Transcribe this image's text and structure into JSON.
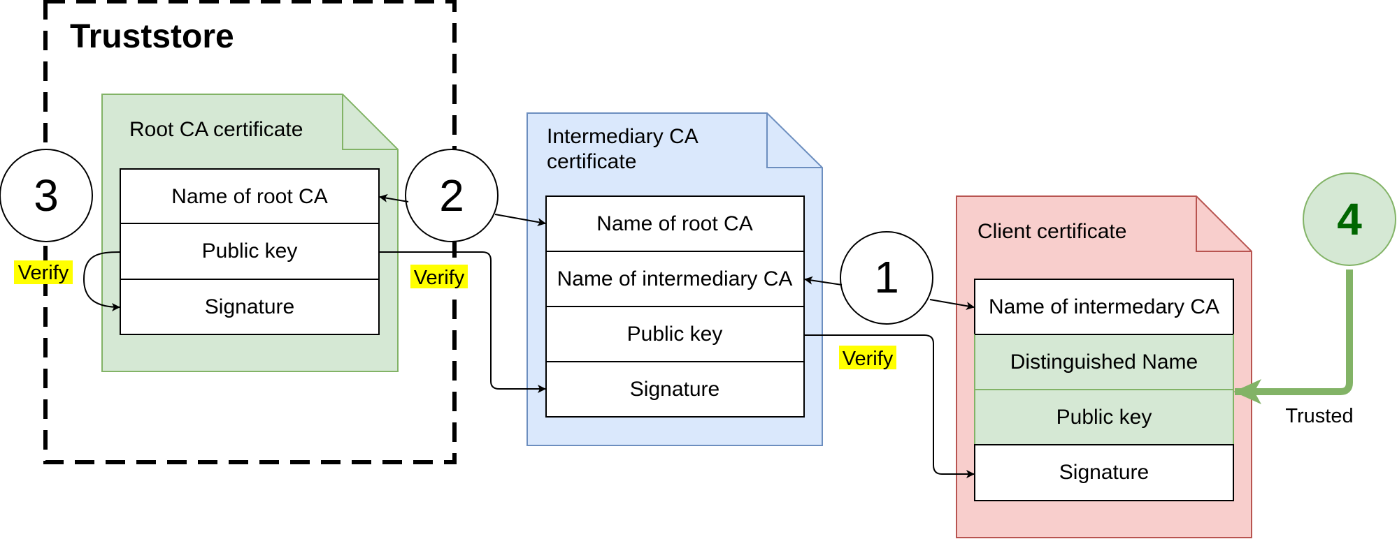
{
  "truststore": {
    "label": "Truststore"
  },
  "root_cert": {
    "title": "Root CA certificate",
    "fields": [
      "Name of root CA",
      "Public key",
      "Signature"
    ],
    "fill": "#d5e8d4",
    "stroke": "#82b366"
  },
  "intermediary_cert": {
    "title_lines": [
      "Intermediary CA",
      "certificate"
    ],
    "fields": [
      "Name of root CA",
      "Name of intermediary CA",
      "Public key",
      "Signature"
    ],
    "fill": "#dae8fc",
    "stroke": "#6c8ebf"
  },
  "client_cert": {
    "title": "Client certificate",
    "fields": [
      "Name of intermedary CA",
      "Distinguished Name",
      "Public key",
      "Signature"
    ],
    "fill": "#f8cecc",
    "stroke": "#b85450",
    "highlight_fill": "#d5e8d4",
    "highlight_stroke": "#82b366"
  },
  "steps": {
    "one": "1",
    "two": "2",
    "three": "3",
    "four": "4"
  },
  "labels": {
    "verify_root": "Verify",
    "verify_intermediary": "Verify",
    "verify_client": "Verify",
    "trusted": "Trusted"
  },
  "colors": {
    "verify_highlight": "#ffff00",
    "trusted_arrow": "#82b366",
    "step4_fill": "#d5e8d4",
    "step4_text": "#006600"
  }
}
